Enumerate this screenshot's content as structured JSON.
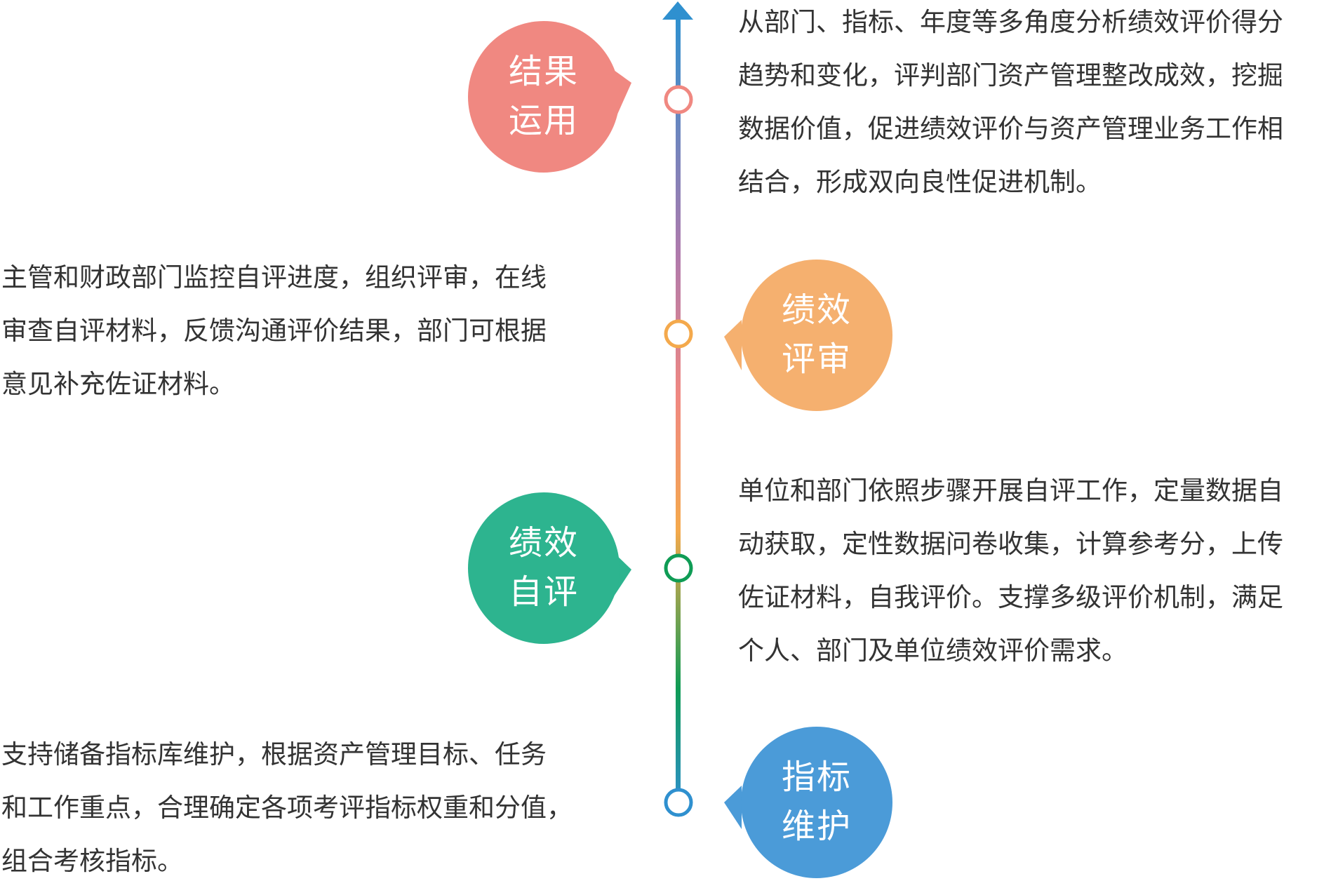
{
  "colors": {
    "result": "#f08881",
    "review": "#f5b06f",
    "self": "#2db48f",
    "index": "#4b9bd8",
    "axis_blue": "#2f90cf",
    "axis_purple": "#b07aac",
    "axis_orange": "#f4a94c",
    "axis_green": "#0f9c55"
  },
  "stages": [
    {
      "id": "result",
      "label": [
        "结果",
        "运用"
      ],
      "desc": [
        "从部门、指标、年度等多角度分析绩效评价得分",
        "趋势和变化，评判部门资产管理整改成效，挖掘",
        "数据价值，促进绩效评价与资产管理业务工作相",
        "结合，形成双向良性促进机制。"
      ]
    },
    {
      "id": "review",
      "label": [
        "绩效",
        "评审"
      ],
      "desc": [
        "主管和财政部门监控自评进度，组织评审，在线",
        "审查自评材料，反馈沟通评价结果，部门可根据",
        "意见补充佐证材料。"
      ]
    },
    {
      "id": "self",
      "label": [
        "绩效",
        "自评"
      ],
      "desc": [
        "单位和部门依照步骤开展自评工作，定量数据自",
        "动获取，定性数据问卷收集，计算参考分，上传",
        "佐证材料，自我评价。支撑多级评价机制，满足",
        "个人、部门及单位绩效评价需求。"
      ]
    },
    {
      "id": "index",
      "label": [
        "指标",
        "维护"
      ],
      "desc": [
        "支持储备指标库维护，根据资产管理目标、任务",
        "和工作重点，合理确定各项考评指标权重和分值，",
        "组合考核指标。"
      ]
    }
  ]
}
